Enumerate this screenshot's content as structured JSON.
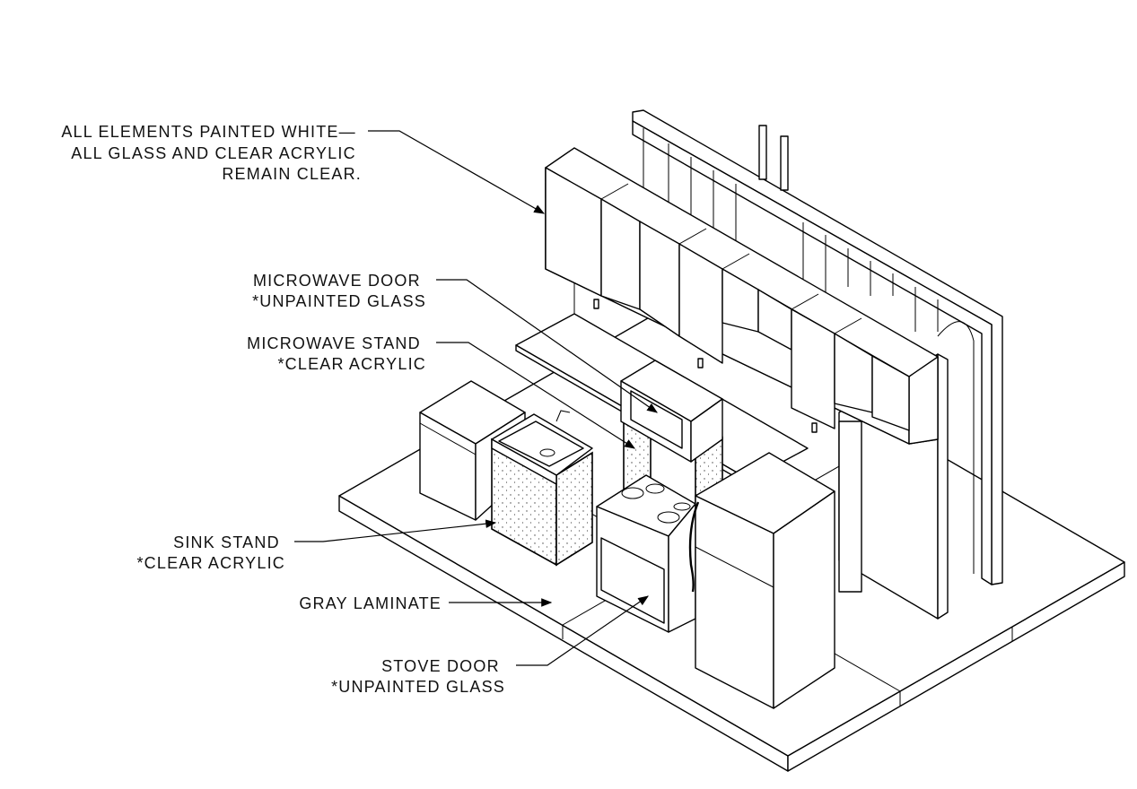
{
  "labels": {
    "general_note": [
      "ALL ELEMENTS PAINTED WHITE—",
      "ALL GLASS AND CLEAR ACRYLIC",
      "REMAIN CLEAR."
    ],
    "microwave_door": [
      "MICROWAVE DOOR",
      "*UNPAINTED GLASS"
    ],
    "microwave_stand": [
      "MICROWAVE STAND",
      "*CLEAR ACRYLIC"
    ],
    "sink_stand": [
      "SINK STAND",
      "*CLEAR ACRYLIC"
    ],
    "gray_laminate": [
      "GRAY LAMINATE"
    ],
    "stove_door": [
      "STOVE DOOR",
      "*UNPAINTED GLASS"
    ]
  }
}
